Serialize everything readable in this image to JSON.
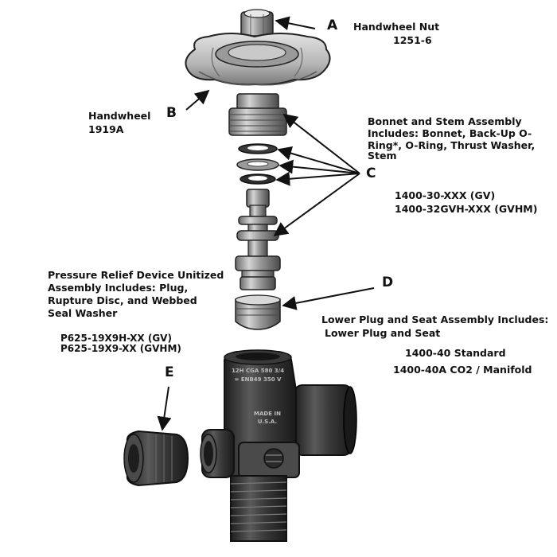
{
  "callouts": {
    "A": {
      "letter": "A",
      "title": "Handwheel Nut",
      "part_no": "1251-6"
    },
    "B": {
      "letter": "B",
      "title": "Handwheel",
      "part_no": "1919A"
    },
    "C": {
      "letter": "C",
      "desc_lines": [
        "Bonnet and Stem Assembly",
        "Includes: Bonnet, Back-Up O-",
        "Ring*, O-Ring, Thrust Washer,",
        "Stem"
      ],
      "part_nos": [
        "1400-30-XXX (GV)",
        "1400-32GVH-XXX (GVHM)"
      ]
    },
    "D": {
      "letter": "D",
      "desc_lines": [
        "Lower Plug and Seat Assembly Includes:",
        "Lower Plug and Seat"
      ],
      "part_nos": [
        "1400-40 Standard",
        "1400-40A CO2 / Manifold"
      ]
    },
    "E": {
      "letter": "E",
      "desc_lines": [
        "Pressure Relief Device Unitized",
        "Assembly Includes: Plug,",
        "Rupture Disc, and Webbed",
        "Seal Washer"
      ],
      "part_nos": [
        "P625-19X9H-XX (GV)",
        "P625-19X9-XX (GVHM)"
      ]
    }
  },
  "body_markings": {
    "top_line1": "12H CGA 580 3/4",
    "top_line2": "= ENB49 350 V",
    "made_in": "MADE IN",
    "country": "U.S.A."
  },
  "colors": {
    "ink": "#111111",
    "metal_light": "#c8c8c8",
    "metal_mid": "#8a8a8a",
    "metal_dark": "#3c3c3c",
    "body_dark": "#2e2e2e",
    "background": "#ffffff"
  }
}
